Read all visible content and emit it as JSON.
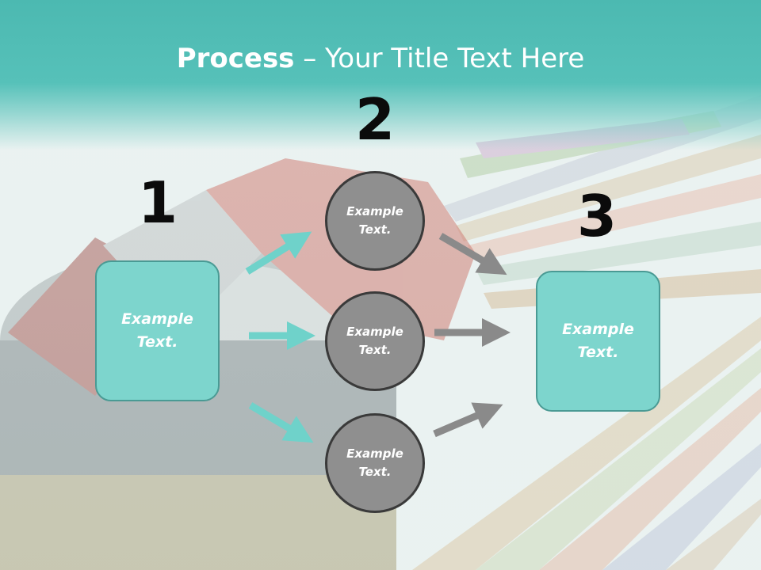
{
  "title": {
    "bold": "Process",
    "rest": " – Your Title Text Here"
  },
  "steps": {
    "step1": "1",
    "step2": "2",
    "step3": "3"
  },
  "left_box": {
    "text": "Example Text."
  },
  "right_box": {
    "text": "Example Text."
  },
  "circles": [
    {
      "text": "Example Text."
    },
    {
      "text": "Example Text."
    },
    {
      "text": "Example Text."
    }
  ],
  "colors": {
    "accent": "#56c1b9",
    "box_fill": "#7dd5cd",
    "circle_fill": "#8f8f8f",
    "arrow_teal": "#6fd2ca",
    "arrow_gray": "#8a8a8a"
  }
}
